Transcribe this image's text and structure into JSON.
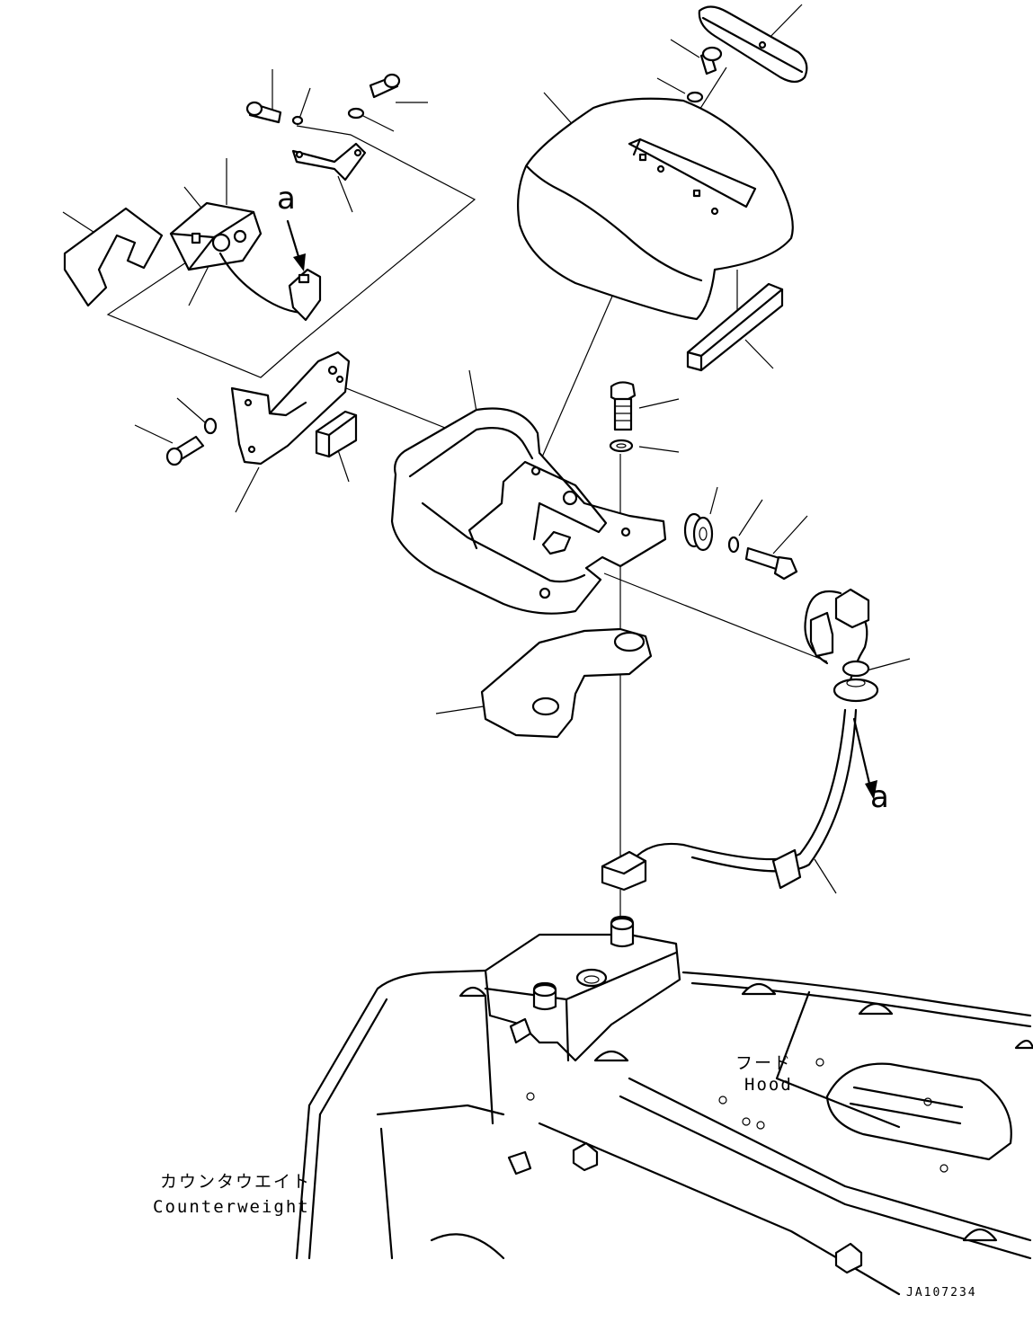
{
  "labels": {
    "callout_a_top": "a",
    "callout_a_right": "a",
    "hood_jp": "フード",
    "hood_en": "Hood",
    "counterweight_jp": "カウンタウエイト",
    "counterweight_en": "Counterweight",
    "drawing_number": "JA107234"
  }
}
